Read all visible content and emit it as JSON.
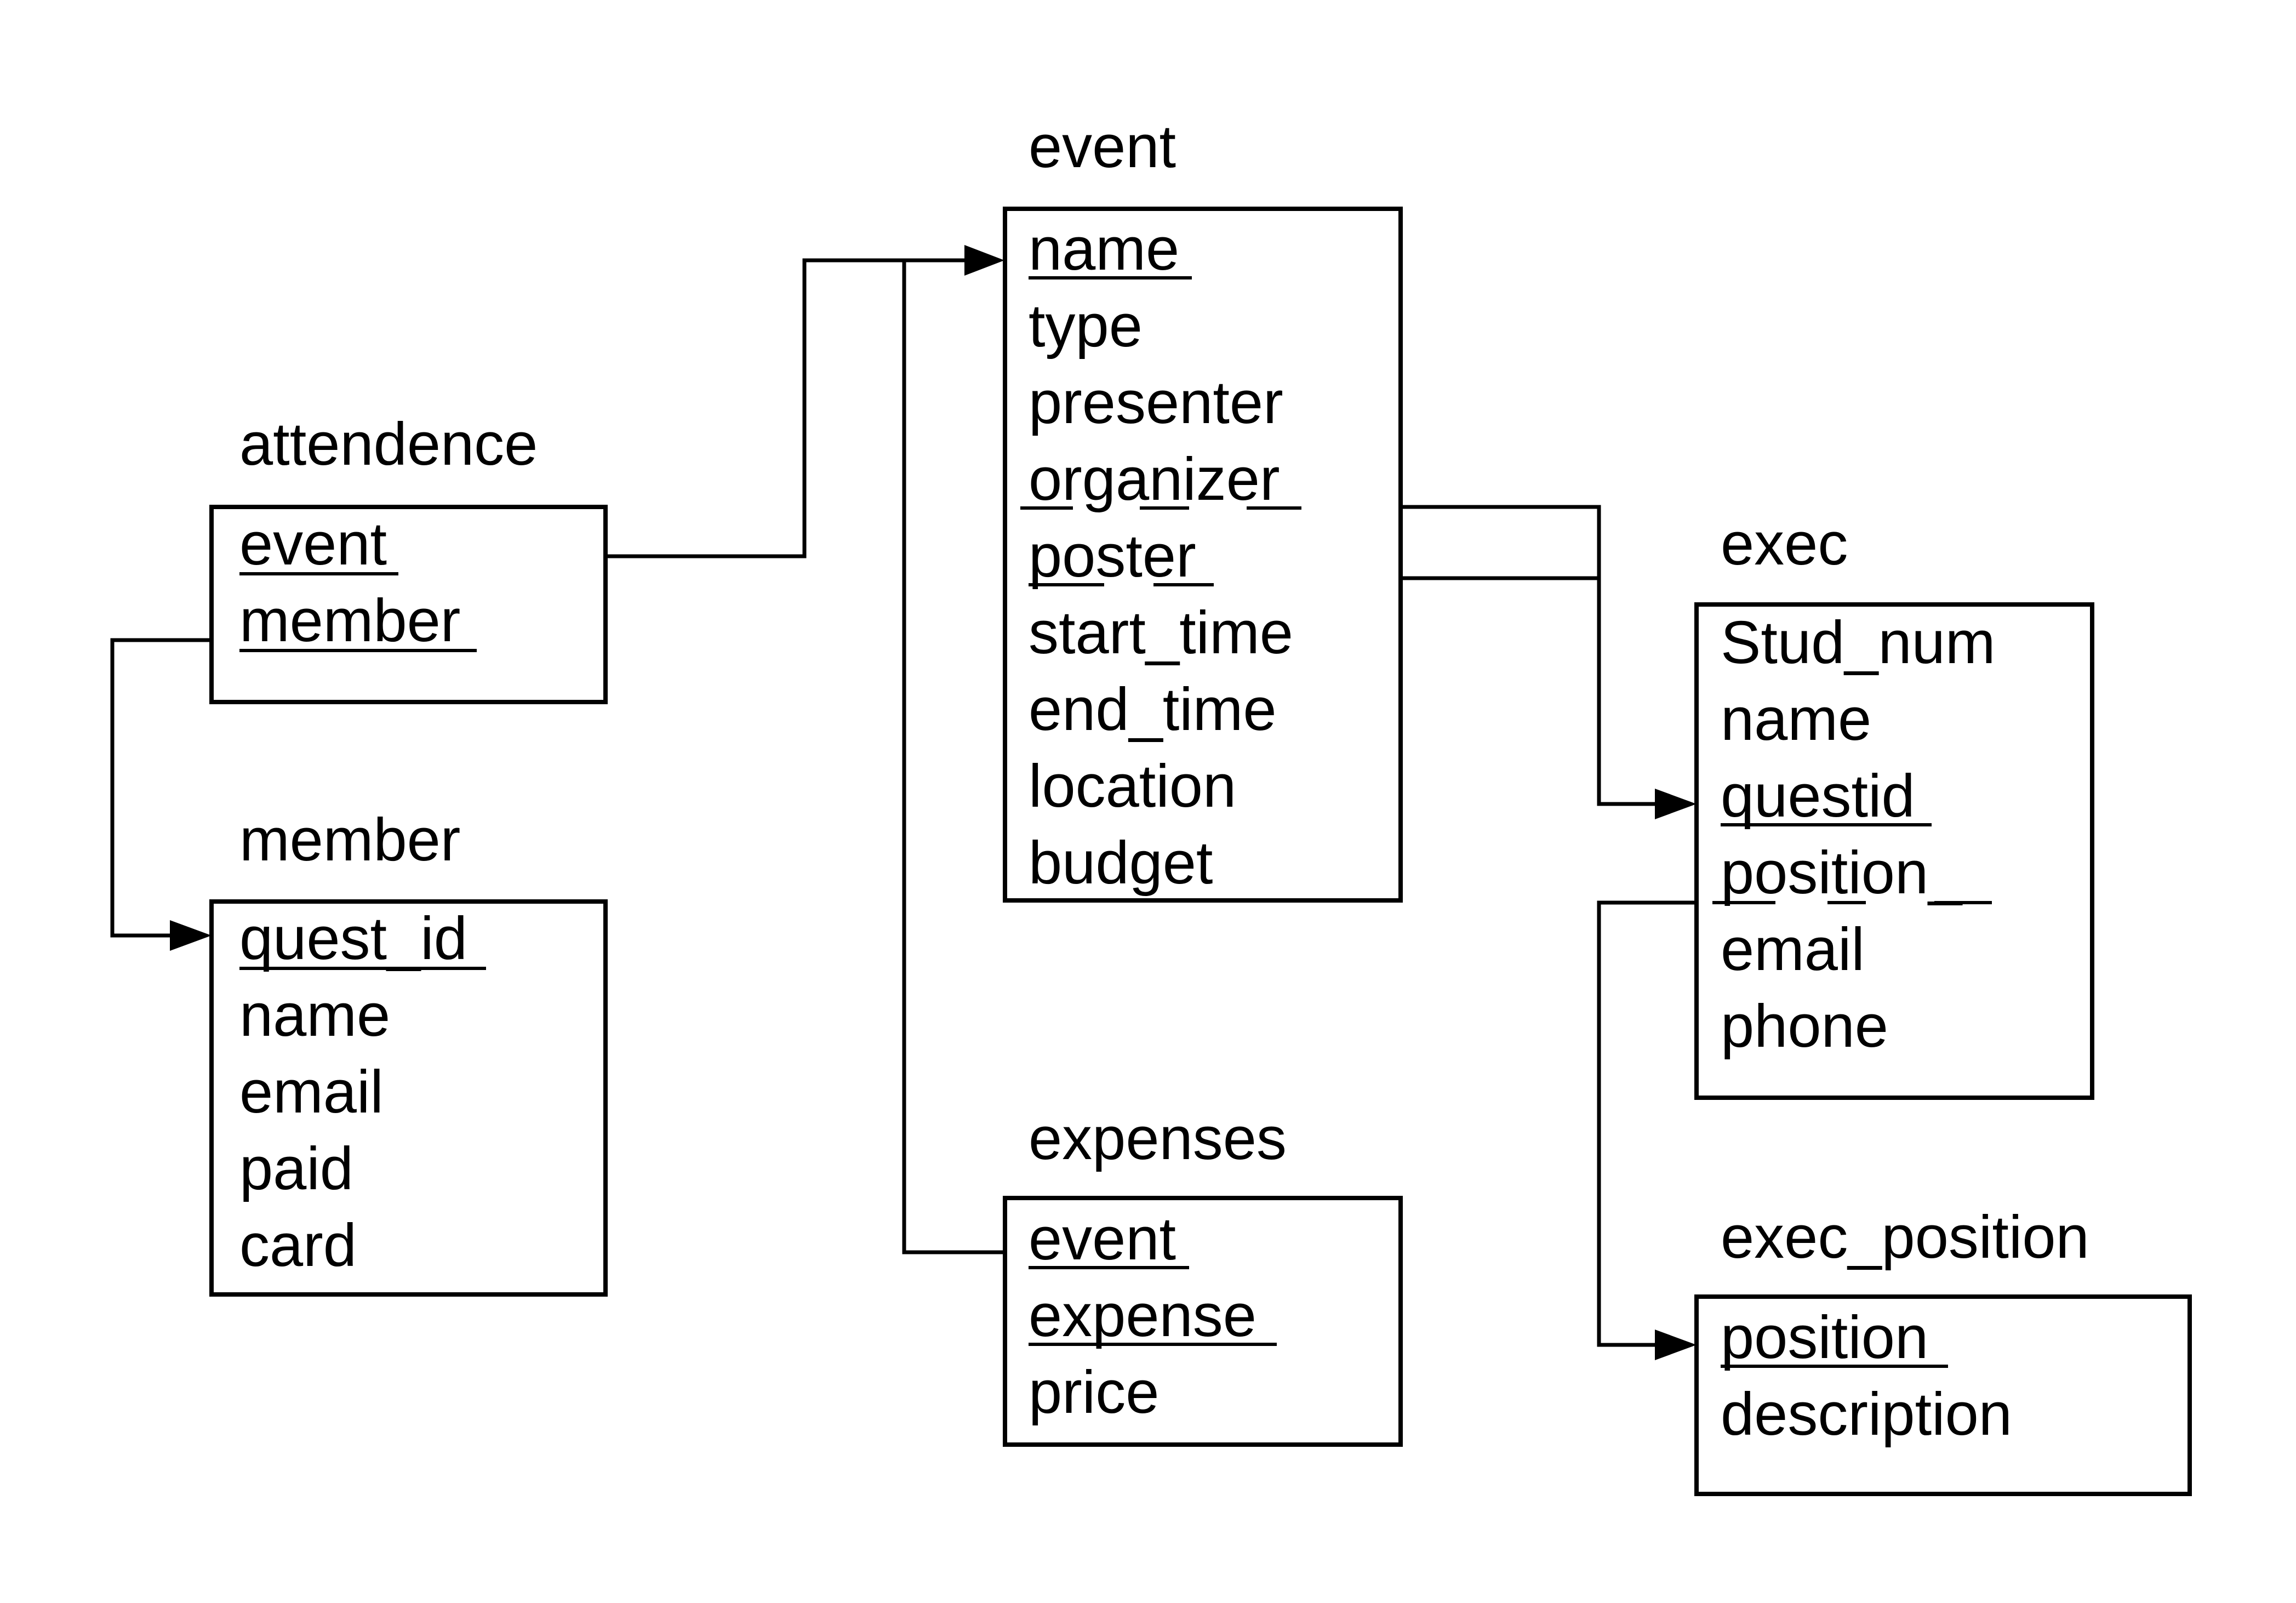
{
  "tables": {
    "attendence": {
      "name": "attendence",
      "fields": [
        "event",
        "member"
      ]
    },
    "member": {
      "name": "member",
      "fields": [
        "quest_id",
        "name",
        "email",
        "paid",
        "card"
      ]
    },
    "event": {
      "name": "event",
      "fields": [
        "name",
        "type",
        "presenter",
        "organizer",
        "poster",
        "start_time",
        "end_time",
        "location",
        "budget"
      ]
    },
    "expenses": {
      "name": "expenses",
      "fields": [
        "event",
        "expense",
        "price"
      ]
    },
    "exec": {
      "name": "exec",
      "fields": [
        "Stud_num",
        "name",
        "questid",
        "position_",
        "email",
        "phone"
      ]
    },
    "exec_position": {
      "name": "exec_position",
      "fields": [
        "position",
        "description"
      ]
    }
  }
}
